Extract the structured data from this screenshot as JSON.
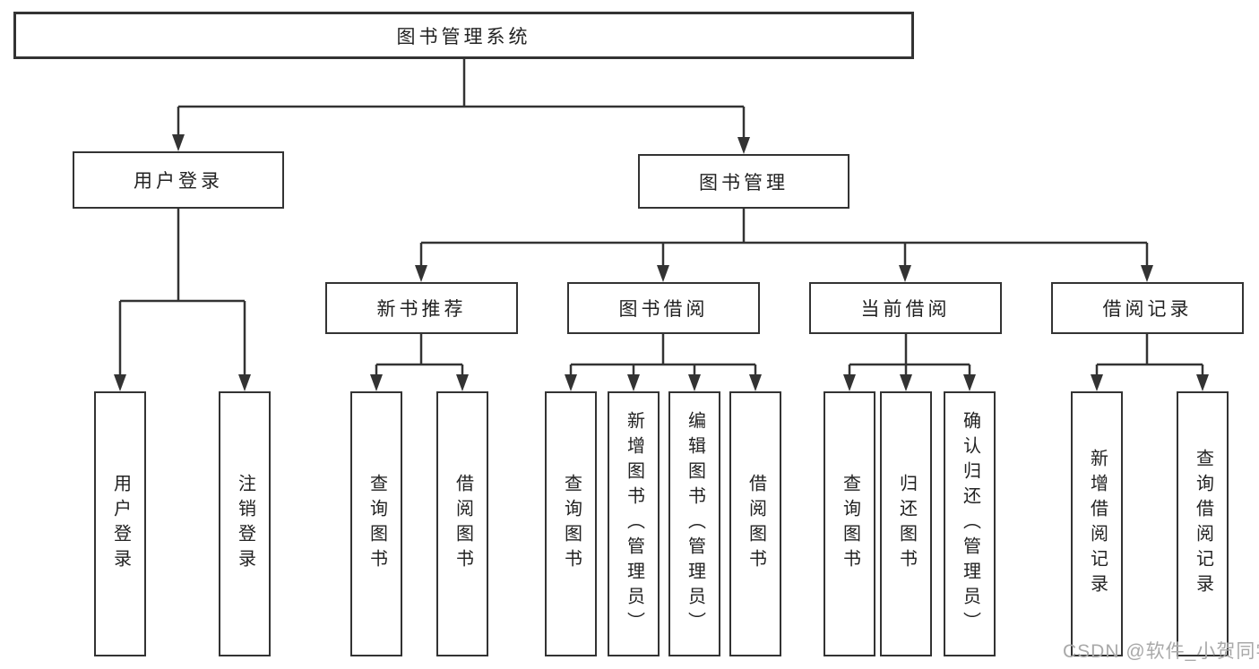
{
  "diagram": {
    "root": {
      "label": "图书管理系统"
    },
    "branches": [
      {
        "label": "用户登录",
        "children": [
          {
            "label": "用户登录"
          },
          {
            "label": "注销登录"
          }
        ]
      },
      {
        "label": "图书管理",
        "sections": [
          {
            "label": "新书推荐",
            "children": [
              {
                "label": "查询图书"
              },
              {
                "label": "借阅图书"
              }
            ]
          },
          {
            "label": "图书借阅",
            "children": [
              {
                "label": "查询图书"
              },
              {
                "label": "新增图书（管理员）"
              },
              {
                "label": "编辑图书（管理员）"
              },
              {
                "label": "借阅图书"
              }
            ]
          },
          {
            "label": "当前借阅",
            "children": [
              {
                "label": "查询图书"
              },
              {
                "label": "归还图书"
              },
              {
                "label": "确认归还（管理员）"
              }
            ]
          },
          {
            "label": "借阅记录",
            "children": [
              {
                "label": "新增借阅记录"
              },
              {
                "label": "查询借阅记录"
              }
            ]
          }
        ]
      }
    ]
  },
  "watermark": {
    "text": "CSDN @软件_小贺同学"
  },
  "colors": {
    "line": "#333333",
    "text": "#222222",
    "watermark": "#a9a9a9",
    "background": "#ffffff"
  }
}
